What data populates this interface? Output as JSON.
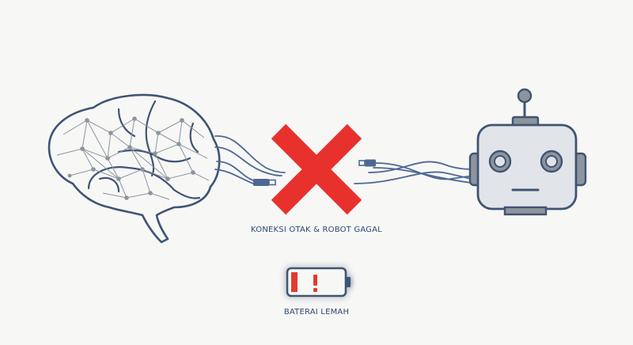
{
  "labels": {
    "connection_status": "KONEKSI OTAK & ROBOT GAGAL",
    "battery_status": "BATERAI LEMAH"
  },
  "icons": {
    "brain": "brain-icon",
    "robot": "robot-head-icon",
    "failure": "red-x-icon",
    "plug": "usb-plug-icon",
    "battery": "low-battery-icon"
  },
  "colors": {
    "outline": "#3f5473",
    "wire": "#4e6894",
    "node": "#8e949d",
    "failure": "#e8312c",
    "battery_warning": "#e23a32",
    "robot_face": "#e1e4e9",
    "background": "#f7f7f6",
    "text": "#2f4a72"
  },
  "battery": {
    "level_fraction": 0.12
  }
}
